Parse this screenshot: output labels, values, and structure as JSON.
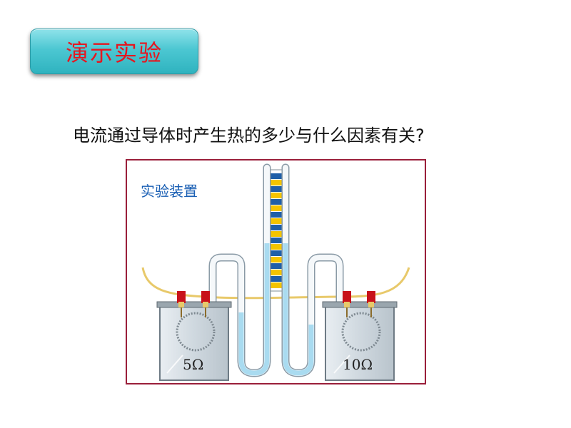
{
  "title_badge": {
    "label": "演示实验"
  },
  "question": "电流通过导体时产生热的多少与什么因素有关?",
  "apparatus": {
    "label": "实验装置",
    "left_resistor": "5Ω",
    "right_resistor": "10Ω"
  },
  "colors": {
    "title_text": "#e6161f",
    "badge": "#4cc7d2",
    "frame_border": "#9a1f3a",
    "label_blue": "#1a5fb4",
    "wire": "#e8c96a",
    "liquid": "#a9dbf0",
    "scale_yellow": "#f4c400",
    "scale_blue": "#1f5fa8"
  }
}
